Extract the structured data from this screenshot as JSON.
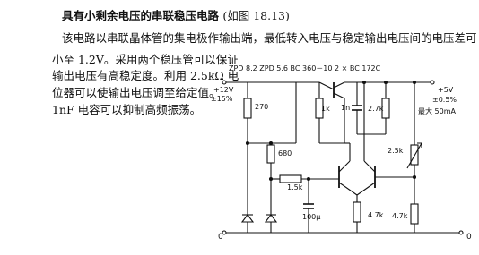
{
  "title": "具有小剩余电压的串联稳压电路",
  "title_ref": "(如图 18.13)",
  "paragraph": [
    "该电路以串联晶体管的集电极作输出端，最低转入电压与稳定输出电压间的电压差可",
    "小至 1.2V。采用两个稳压管可以保证",
    "输出电压有高稳定度。利用 2.5kΩ 电",
    "位器可以使输出电压调至给定值。",
    "1nF 电容可以抑制高频振荡。"
  ],
  "schematic": {
    "parts_line": "ZPD 8.2   ZPD 5.6   BC 360－10   2 × BC 172C",
    "input_voltage": "+12V",
    "input_tolerance": "±15%",
    "output_voltage": "+5V",
    "output_tolerance": "±0.5%",
    "output_max": "最大 50mA",
    "r1": "270",
    "r2": "680",
    "r3": "1k",
    "r4": "1.5k",
    "r5": "4.7k",
    "r6": "2.7k",
    "r7": "4.7k",
    "pot": "2.5k",
    "cap_small": "1n",
    "cap_large": "100μ",
    "ground_left": "0",
    "ground_right": "0"
  }
}
